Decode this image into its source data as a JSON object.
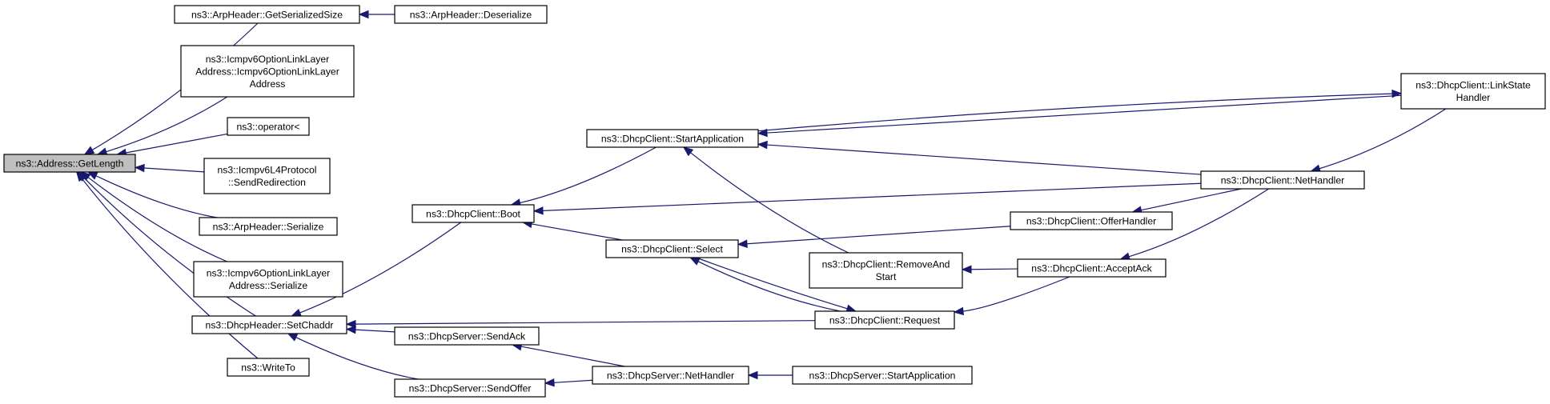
{
  "graph": {
    "nodes": [
      {
        "id": "getlength",
        "lines": [
          "ns3::Address::GetLength"
        ],
        "root": true
      },
      {
        "id": "arpgetsize",
        "lines": [
          "ns3::ArpHeader::GetSerializedSize"
        ]
      },
      {
        "id": "arpdeser",
        "lines": [
          "ns3::ArpHeader::Deserialize"
        ]
      },
      {
        "id": "icmpctor",
        "lines": [
          "ns3::Icmpv6OptionLinkLayer",
          "Address::Icmpv6OptionLinkLayer",
          "Address"
        ]
      },
      {
        "id": "oplt",
        "lines": [
          "ns3::operator<"
        ]
      },
      {
        "id": "sendredir",
        "lines": [
          "ns3::Icmpv6L4Protocol",
          "::SendRedirection"
        ]
      },
      {
        "id": "arpser",
        "lines": [
          "ns3::ArpHeader::Serialize"
        ]
      },
      {
        "id": "icmpser",
        "lines": [
          "ns3::Icmpv6OptionLinkLayer",
          "Address::Serialize"
        ]
      },
      {
        "id": "setchaddr",
        "lines": [
          "ns3::DhcpHeader::SetChaddr"
        ]
      },
      {
        "id": "writeto",
        "lines": [
          "ns3::WriteTo"
        ]
      },
      {
        "id": "boot",
        "lines": [
          "ns3::DhcpClient::Boot"
        ]
      },
      {
        "id": "startapp",
        "lines": [
          "ns3::DhcpClient::StartApplication"
        ]
      },
      {
        "id": "select",
        "lines": [
          "ns3::DhcpClient::Select"
        ]
      },
      {
        "id": "removeandstart",
        "lines": [
          "ns3::DhcpClient::RemoveAnd",
          "Start"
        ]
      },
      {
        "id": "request",
        "lines": [
          "ns3::DhcpClient::Request"
        ]
      },
      {
        "id": "offerhandler",
        "lines": [
          "ns3::DhcpClient::OfferHandler"
        ]
      },
      {
        "id": "acceptack",
        "lines": [
          "ns3::DhcpClient::AcceptAck"
        ]
      },
      {
        "id": "nethandler",
        "lines": [
          "ns3::DhcpClient::NetHandler"
        ]
      },
      {
        "id": "linkstate",
        "lines": [
          "ns3::DhcpClient::LinkState",
          "Handler"
        ]
      },
      {
        "id": "sendack",
        "lines": [
          "ns3::DhcpServer::SendAck"
        ]
      },
      {
        "id": "sendoffer",
        "lines": [
          "ns3::DhcpServer::SendOffer"
        ]
      },
      {
        "id": "srvnethandler",
        "lines": [
          "ns3::DhcpServer::NetHandler"
        ]
      },
      {
        "id": "srvstartapp",
        "lines": [
          "ns3::DhcpServer::StartApplication"
        ]
      }
    ],
    "edges": [
      {
        "from": "arpgetsize",
        "to": "getlength"
      },
      {
        "from": "arpdeser",
        "to": "arpgetsize"
      },
      {
        "from": "icmpctor",
        "to": "getlength"
      },
      {
        "from": "oplt",
        "to": "getlength"
      },
      {
        "from": "sendredir",
        "to": "getlength"
      },
      {
        "from": "arpser",
        "to": "getlength"
      },
      {
        "from": "icmpser",
        "to": "getlength"
      },
      {
        "from": "setchaddr",
        "to": "getlength"
      },
      {
        "from": "writeto",
        "to": "getlength"
      },
      {
        "from": "boot",
        "to": "setchaddr"
      },
      {
        "from": "request",
        "to": "setchaddr"
      },
      {
        "from": "sendack",
        "to": "setchaddr"
      },
      {
        "from": "sendoffer",
        "to": "setchaddr"
      },
      {
        "from": "startapp",
        "to": "boot"
      },
      {
        "from": "select",
        "to": "boot"
      },
      {
        "from": "nethandler",
        "to": "boot"
      },
      {
        "from": "linkstate",
        "to": "startapp"
      },
      {
        "from": "startapp",
        "to": "linkstate"
      },
      {
        "from": "nethandler",
        "to": "startapp"
      },
      {
        "from": "removeandstart",
        "to": "startapp"
      },
      {
        "from": "offerhandler",
        "to": "select"
      },
      {
        "from": "request",
        "to": "select"
      },
      {
        "from": "select",
        "to": "request"
      },
      {
        "from": "acceptack",
        "to": "request"
      },
      {
        "from": "acceptack",
        "to": "removeandstart"
      },
      {
        "from": "nethandler",
        "to": "offerhandler"
      },
      {
        "from": "nethandler",
        "to": "acceptack"
      },
      {
        "from": "linkstate",
        "to": "nethandler"
      },
      {
        "from": "srvnethandler",
        "to": "sendack"
      },
      {
        "from": "srvnethandler",
        "to": "sendoffer"
      },
      {
        "from": "srvstartapp",
        "to": "srvnethandler"
      }
    ]
  }
}
